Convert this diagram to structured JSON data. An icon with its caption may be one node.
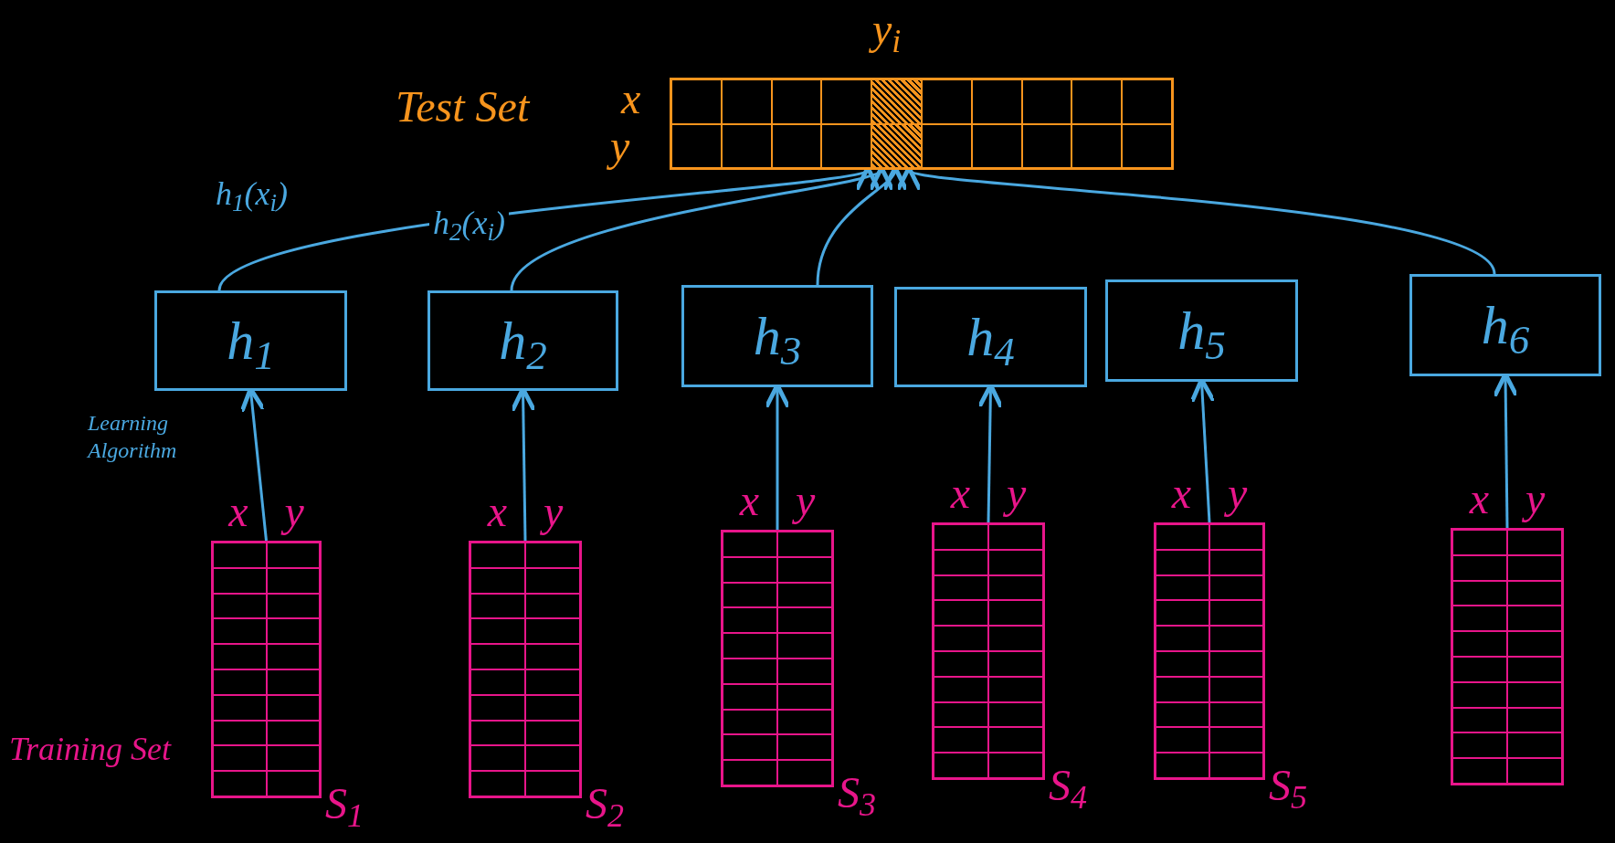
{
  "diagram": {
    "nodes": [
      {
        "text": [
          "Test Set"
        ]
      },
      {
        "text": [
          "h$_{1}$"
        ]
      },
      {
        "text": [
          "h$_{2}$"
        ]
      },
      {
        "text": [
          "h$_{3}$"
        ]
      },
      {
        "text": [
          "h$_{4}$"
        ]
      },
      {
        "text": [
          "h$_{5}$"
        ]
      },
      {
        "text": [
          "h$_{6}$"
        ]
      },
      {
        "text": [
          "x",
          "y"
        ],
        "beside": [
          "S$_{1}$"
        ]
      },
      {
        "text": [
          "x",
          "y"
        ],
        "beside": [
          "S$_{2}$"
        ]
      },
      {
        "text": [
          "x",
          "y"
        ],
        "beside": [
          "S$_{3}$"
        ]
      },
      {
        "text": [
          "x",
          "y"
        ],
        "beside": [
          "S$_{4}$"
        ]
      },
      {
        "text": [
          "x",
          "y"
        ],
        "beside": [
          "S$_{5}$"
        ]
      },
      {
        "text": [
          "x",
          "y"
        ]
      }
    ],
    "edges": [
      {
        "from": 7,
        "to": 1,
        "arrow": "to"
      },
      {
        "from": 8,
        "to": 2,
        "arrow": "to"
      },
      {
        "from": 9,
        "to": 3,
        "arrow": "to"
      },
      {
        "from": 10,
        "to": 4,
        "arrow": "to"
      },
      {
        "from": 11,
        "to": 5,
        "arrow": "to"
      },
      {
        "from": 12,
        "to": 6,
        "arrow": "to"
      },
      {
        "from": 1,
        "to": 0,
        "arrow": "to",
        "label": "h$_{1}$(x$_{i}$)"
      },
      {
        "from": 2,
        "to": 0,
        "arrow": "to",
        "label": "h$_{2}$(x$_{i}$)"
      },
      {
        "from": 3,
        "to": 0,
        "arrow": "to"
      },
      {
        "from": 6,
        "to": 0,
        "arrow": "to"
      }
    ],
    "labels": [
      "y$_{i}$",
      "x",
      "y",
      "Learning Algorithm",
      "Training Set"
    ]
  }
}
